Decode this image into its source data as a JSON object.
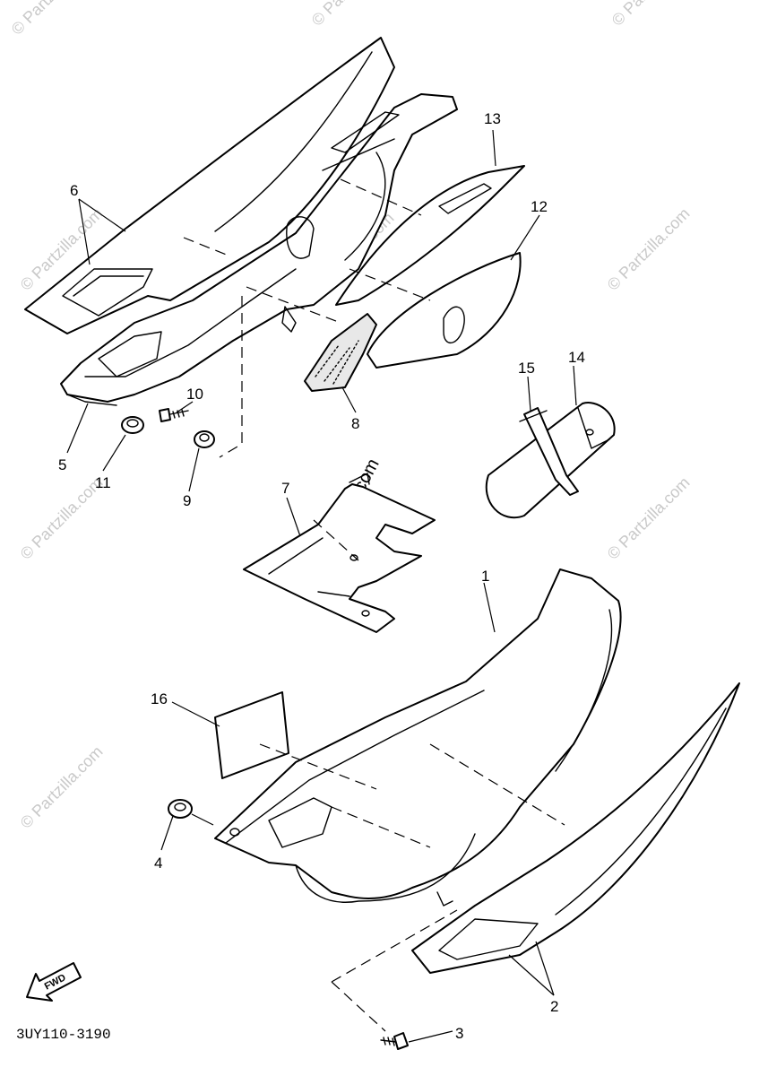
{
  "watermark_text": "© Partzilla.com",
  "diagram_code": "3UY110-3190",
  "fwd_label": "FWD",
  "callouts": {
    "c1": "1",
    "c2": "2",
    "c3": "3",
    "c4": "4",
    "c5": "5",
    "c6": "6",
    "c7": "7",
    "c8": "8",
    "c9": "9",
    "c10": "10",
    "c11": "11",
    "c12": "12",
    "c13": "13",
    "c14": "14",
    "c15": "15",
    "c16": "16"
  }
}
